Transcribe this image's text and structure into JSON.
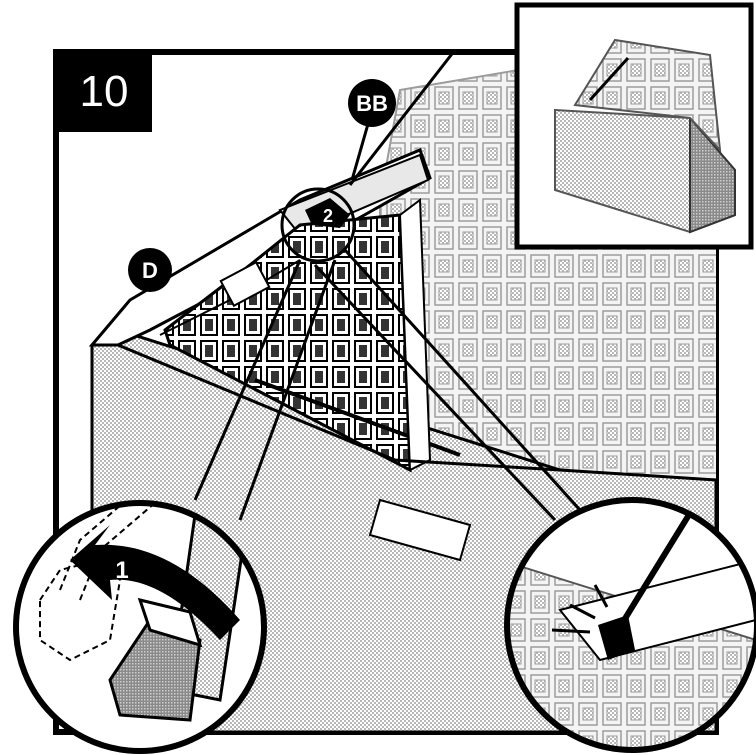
{
  "step": {
    "number": "10"
  },
  "callouts": {
    "part_bb": "BB",
    "part_d": "D"
  },
  "actions": {
    "rotate_step": "1",
    "press_step": "2"
  },
  "colors": {
    "ink": "#000000",
    "paper": "#ffffff",
    "hatch_light": "#d0d0d0",
    "hatch_dark": "#9a9a9a"
  },
  "icons": [
    "rotate-arrow-icon",
    "tool-icon",
    "magnifier-circle"
  ]
}
